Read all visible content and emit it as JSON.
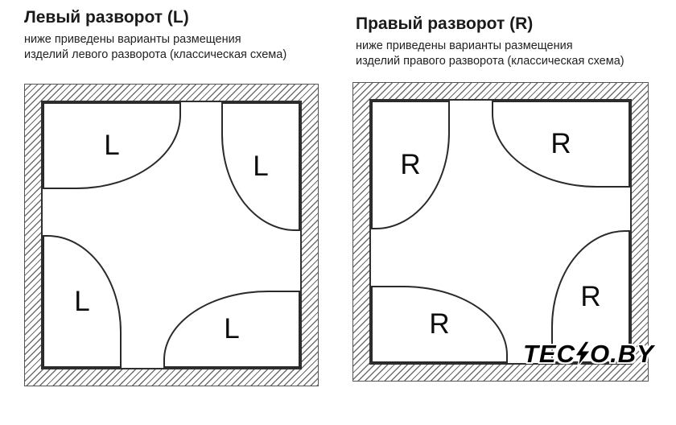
{
  "panels": [
    {
      "title": "Левый разворот (L)",
      "subtitle": [
        "ниже приведены варианты размещения",
        "изделий левого разворота (классическая схема)"
      ],
      "shapes": [
        {
          "name": "corner-tray-top-left",
          "label": "L"
        },
        {
          "name": "corner-tray-top-right",
          "label": "L"
        },
        {
          "name": "corner-tray-bottom-left",
          "label": "L"
        },
        {
          "name": "corner-tray-bottom-right",
          "label": "L"
        }
      ]
    },
    {
      "title": "Правый разворот (R)",
      "subtitle": [
        "ниже приведены варианты размещения",
        "изделий правого разворота (классическая схема)"
      ],
      "shapes": [
        {
          "name": "corner-tray-top-left",
          "label": "R"
        },
        {
          "name": "corner-tray-top-right",
          "label": "R"
        },
        {
          "name": "corner-tray-bottom-left",
          "label": "R"
        },
        {
          "name": "corner-tray-bottom-right",
          "label": "R"
        }
      ]
    }
  ],
  "logo": {
    "prefix": "TEC",
    "suffix": "O.BY",
    "icon": "lightning-bolt",
    "color": "#000000"
  },
  "colors": {
    "hatch_line": "#6e6e6e",
    "outline": "#2a2a2a",
    "label": "#0c0c0c",
    "background": "#ffffff"
  }
}
